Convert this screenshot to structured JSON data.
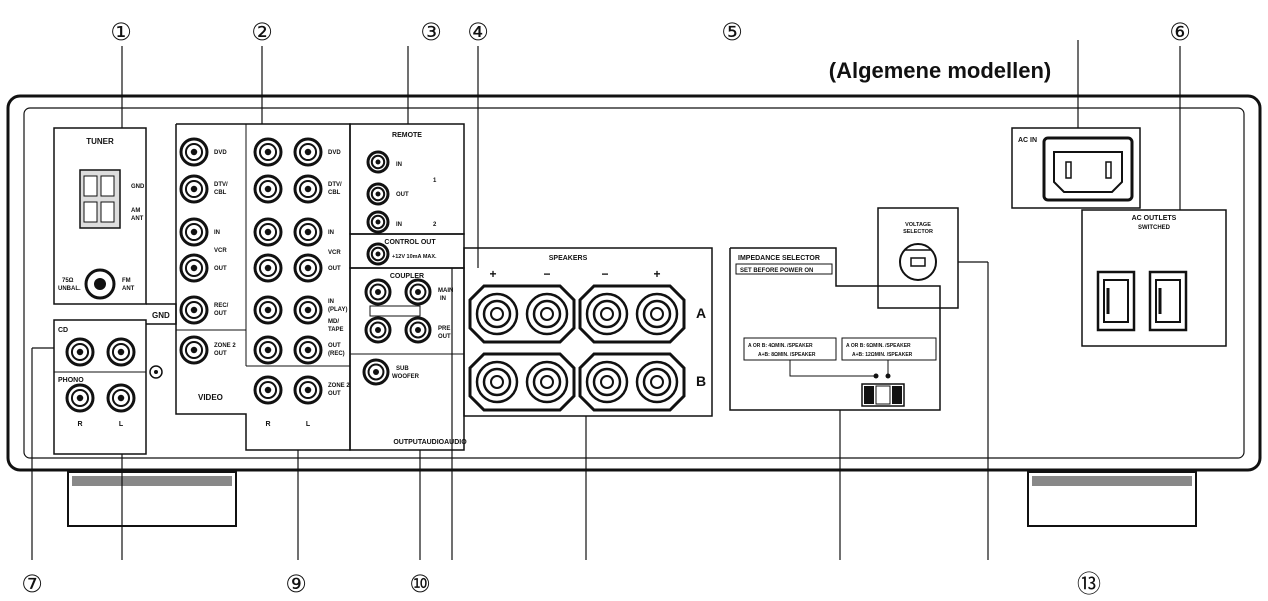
{
  "heading": "(Algemene modellen)",
  "callouts_top": [
    "①",
    "②",
    "③",
    "④",
    "⑤",
    "⑥"
  ],
  "callouts_bottom": [
    "⑦",
    "⑨",
    "⑩",
    "⑬"
  ],
  "tuner": {
    "title": "TUNER",
    "gnd": "GND",
    "am_ant": [
      "AM",
      "ANT"
    ],
    "fm_ant": [
      "FM",
      "ANT"
    ],
    "unbal": [
      "75Ω",
      "UNBAL."
    ]
  },
  "gnd_label": "GND",
  "cd": "CD",
  "phono": "PHONO",
  "video": "VIDEO",
  "channel_r": "R",
  "channel_l": "L",
  "video_jacks": [
    "DVD",
    [
      "DTV/",
      "CBL"
    ],
    "IN",
    "VCR",
    "OUT",
    [
      "REC/",
      "OUT"
    ],
    [
      "ZONE 2",
      "OUT"
    ]
  ],
  "audio_jacks": [
    "DVD",
    [
      "DTV/",
      "CBL"
    ],
    "IN",
    "VCR",
    "OUT",
    [
      "IN",
      "(PLAY)"
    ],
    [
      "MD/",
      "TAPE"
    ],
    [
      "OUT",
      "(REC)"
    ],
    [
      "ZONE 2",
      "OUT"
    ]
  ],
  "remote": {
    "title": "REMOTE",
    "in": "IN",
    "out": "OUT",
    "in2": "IN",
    "one": "1",
    "two": "2"
  },
  "control_out": {
    "title": "CONTROL OUT",
    "spec": "+12V 10mA MAX."
  },
  "coupler": {
    "title": "COUPLER",
    "main_in": [
      "MAIN",
      "IN"
    ],
    "pre_out": [
      "PRE",
      "OUT"
    ],
    "sub": [
      "SUB",
      "WOOFER"
    ]
  },
  "output_audio": "OUTPUTAUDIOAUDIO",
  "speakers": {
    "title": "SPEAKERS",
    "plus": "+",
    "minus": "−",
    "a": "A",
    "b": "B"
  },
  "impedance": {
    "title": "IMPEDANCE SELECTOR",
    "sub": "SET BEFORE POWER ON",
    "left": [
      "A OR B: 4ΩMIN. /SPEAKER",
      "A+B: 8ΩMIN. /SPEAKER"
    ],
    "right": [
      "A OR B: 6ΩMIN. /SPEAKER",
      "A+B: 12ΩMIN. /SPEAKER"
    ]
  },
  "voltage": [
    "VOLTAGE",
    "SELECTOR"
  ],
  "ac_in": "AC IN",
  "ac_outlets": [
    "AC OUTLETS",
    "SWITCHED"
  ]
}
